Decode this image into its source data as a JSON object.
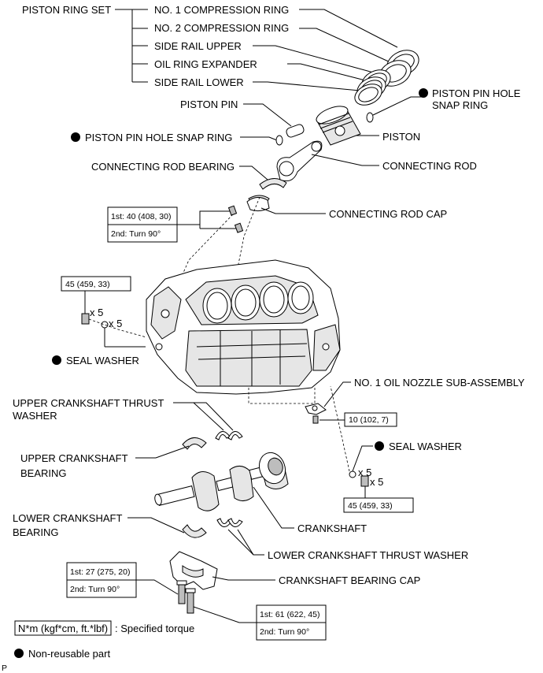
{
  "labels": {
    "piston_ring_set": "PISTON RING SET",
    "no1_compression_ring": "NO. 1 COMPRESSION RING",
    "no2_compression_ring": "NO. 2 COMPRESSION RING",
    "side_rail_upper": "SIDE RAIL UPPER",
    "oil_ring_expander": "OIL RING EXPANDER",
    "side_rail_lower": "SIDE RAIL LOWER",
    "piston_pin": "PISTON PIN",
    "snap_ring_right_1": "PISTON PIN HOLE",
    "snap_ring_right_2": "SNAP RING",
    "snap_ring_left": "PISTON PIN HOLE SNAP RING",
    "piston": "PISTON",
    "connecting_rod_bearing": "CONNECTING ROD BEARING",
    "connecting_rod": "CONNECTING ROD",
    "connecting_rod_cap": "CONNECTING ROD CAP",
    "seal_washer_left": "SEAL WASHER",
    "no1_oil_nozzle": "NO. 1 OIL NOZZLE SUB-ASSEMBLY",
    "upper_thrust_washer_1": "UPPER CRANKSHAFT THRUST",
    "upper_thrust_washer_2": "WASHER",
    "seal_washer_right": "SEAL WASHER",
    "upper_bearing_1": "UPPER CRANKSHAFT",
    "upper_bearing_2": "BEARING",
    "lower_bearing_1": "LOWER CRANKSHAFT",
    "lower_bearing_2": "BEARING",
    "crankshaft": "CRANKSHAFT",
    "lower_thrust_washer": "LOWER CRANKSHAFT THRUST WASHER",
    "crankshaft_bearing_cap": "CRANKSHAFT BEARING CAP"
  },
  "torques": {
    "con_rod_1": "1st: 40 (408, 30)",
    "con_rod_2": "2nd: Turn 90°",
    "block_left": "45 (459, 33)",
    "oil_nozzle": "10 (102, 7)",
    "block_right": "45 (459, 33)",
    "bearing_cap_left_1": "1st: 27 (275, 20)",
    "bearing_cap_left_2": "2nd: Turn 90°",
    "bearing_cap_right_1": "1st: 61 (622, 45)",
    "bearing_cap_right_2": "2nd: Turn 90°"
  },
  "counts": {
    "block_left_bolt": "x 5",
    "block_left_washer": "x 5",
    "block_right_washer": "x 5",
    "block_right_bolt": "x 5"
  },
  "legend": {
    "torque_unit": "N*m (kgf*cm, ft.*lbf)",
    "torque_desc": ": Specified torque",
    "non_reusable": "Non-reusable part"
  },
  "corner_mark": "P"
}
